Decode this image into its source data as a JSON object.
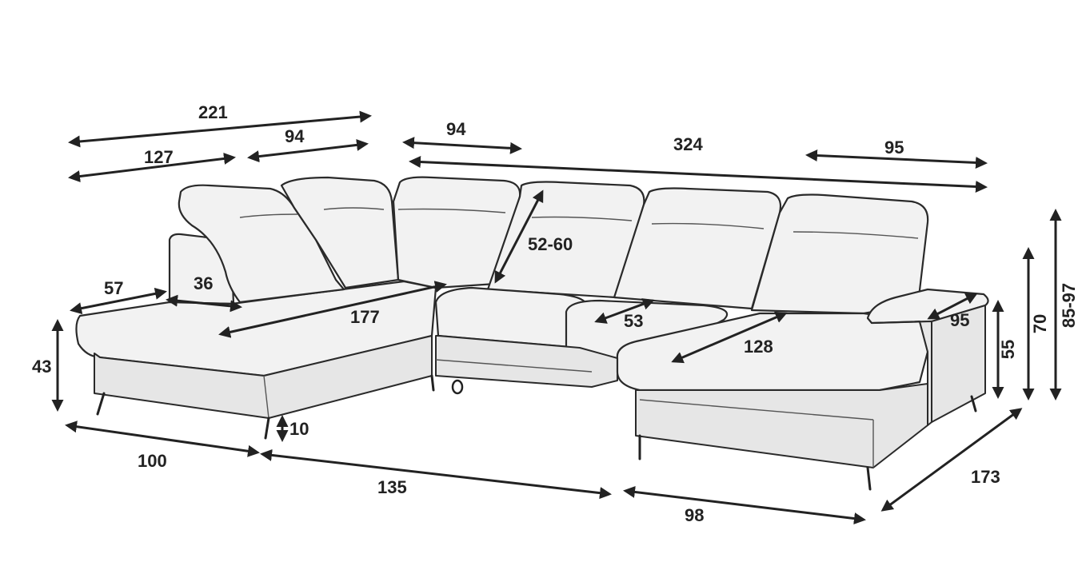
{
  "colors": {
    "line": "#222222",
    "fabric": "#f2f2f2",
    "fabric_shade": "#e6e6e6"
  },
  "dimensions": [
    {
      "id": "overall-left-width",
      "label": "221"
    },
    {
      "id": "left-seat-depth-top",
      "label": "127"
    },
    {
      "id": "left-headrest-width",
      "label": "94"
    },
    {
      "id": "middle-headrest-width",
      "label": "94"
    },
    {
      "id": "overall-back-width",
      "label": "324"
    },
    {
      "id": "right-headrest-width",
      "label": "95"
    },
    {
      "id": "headrest-adjust-height",
      "label": "52-60"
    },
    {
      "id": "armrest-depth",
      "label": "57"
    },
    {
      "id": "armrest-width",
      "label": "36"
    },
    {
      "id": "chaise-length",
      "label": "177"
    },
    {
      "id": "seat-depth",
      "label": "53"
    },
    {
      "id": "right-chaise-length",
      "label": "128"
    },
    {
      "id": "right-arm-width",
      "label": "95"
    },
    {
      "id": "seat-height",
      "label": "43"
    },
    {
      "id": "leg-height",
      "label": "10"
    },
    {
      "id": "arm-height",
      "label": "55"
    },
    {
      "id": "back-height",
      "label": "70"
    },
    {
      "id": "headrest-height-range",
      "label": "85-97"
    },
    {
      "id": "left-base-width",
      "label": "100"
    },
    {
      "id": "middle-base-width",
      "label": "135"
    },
    {
      "id": "right-base-width",
      "label": "98"
    },
    {
      "id": "right-depth",
      "label": "173"
    }
  ]
}
